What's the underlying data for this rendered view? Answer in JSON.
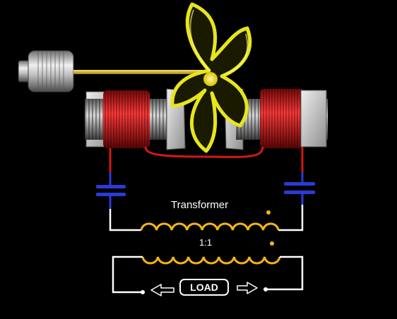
{
  "labels": {
    "transformer": "Transformer",
    "ratio": "1:1",
    "load": "LOAD"
  },
  "colors": {
    "background": "#000000",
    "wire": "#ffffff",
    "coil_red": "#d41818",
    "capacitor_blue": "#2a3bd6",
    "transformer_winding": "#f2b41a",
    "rotor_yellow": "#e6e61a",
    "core_grey": "#8a8a8a"
  },
  "icons": [
    "motor-icon",
    "rotor-icon",
    "capacitor-icon",
    "arrow-left-icon",
    "arrow-right-icon"
  ]
}
